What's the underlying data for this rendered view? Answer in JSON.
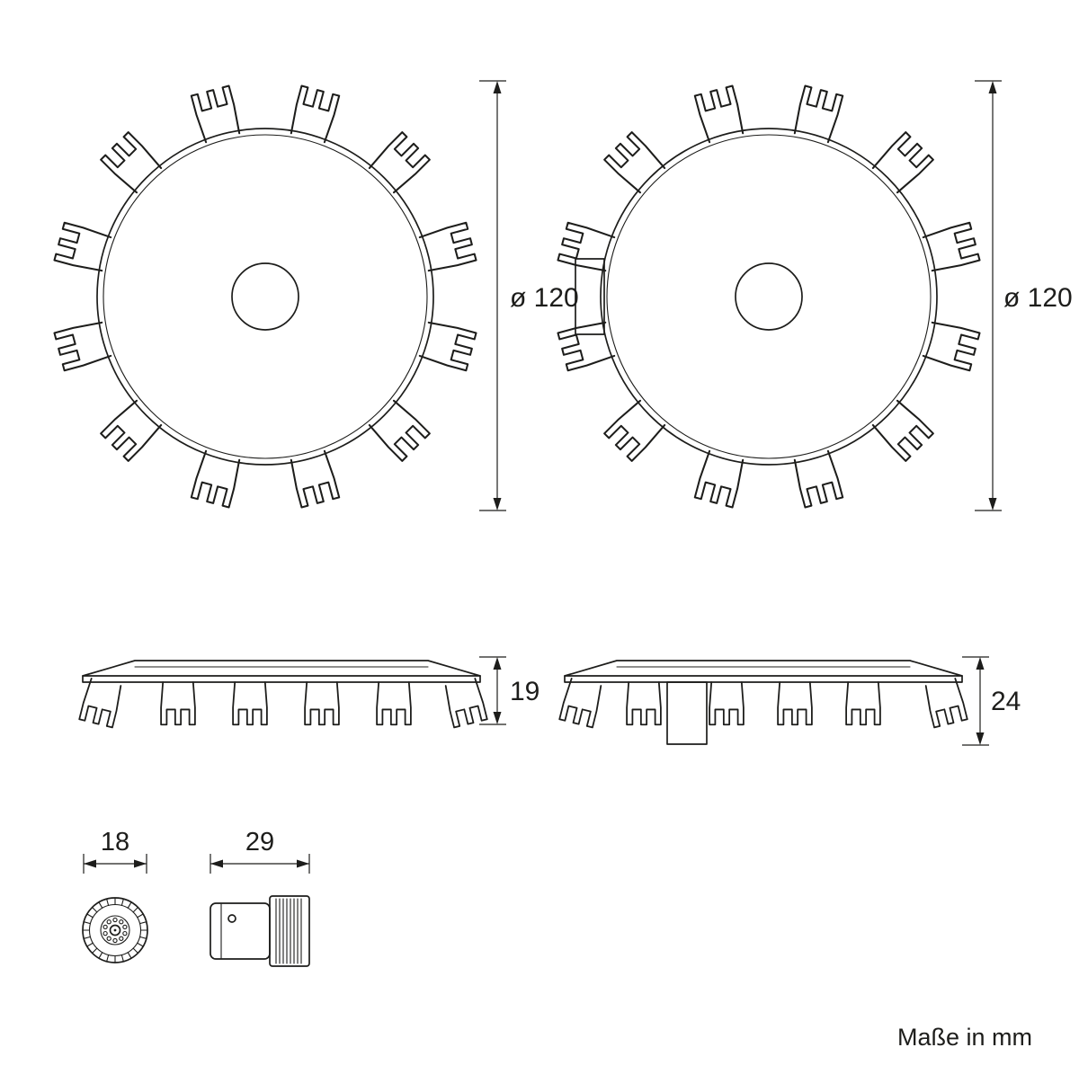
{
  "dimensions": {
    "disc_left_diameter": "ø 120",
    "disc_right_diameter": "ø 120",
    "side_left_height": "19",
    "side_right_height": "24",
    "knob_diameter": "18",
    "connector_length": "29"
  },
  "footer": {
    "units_note": "Maße in mm"
  },
  "colors": {
    "line": "#1d1d1b",
    "background": "#ffffff"
  }
}
